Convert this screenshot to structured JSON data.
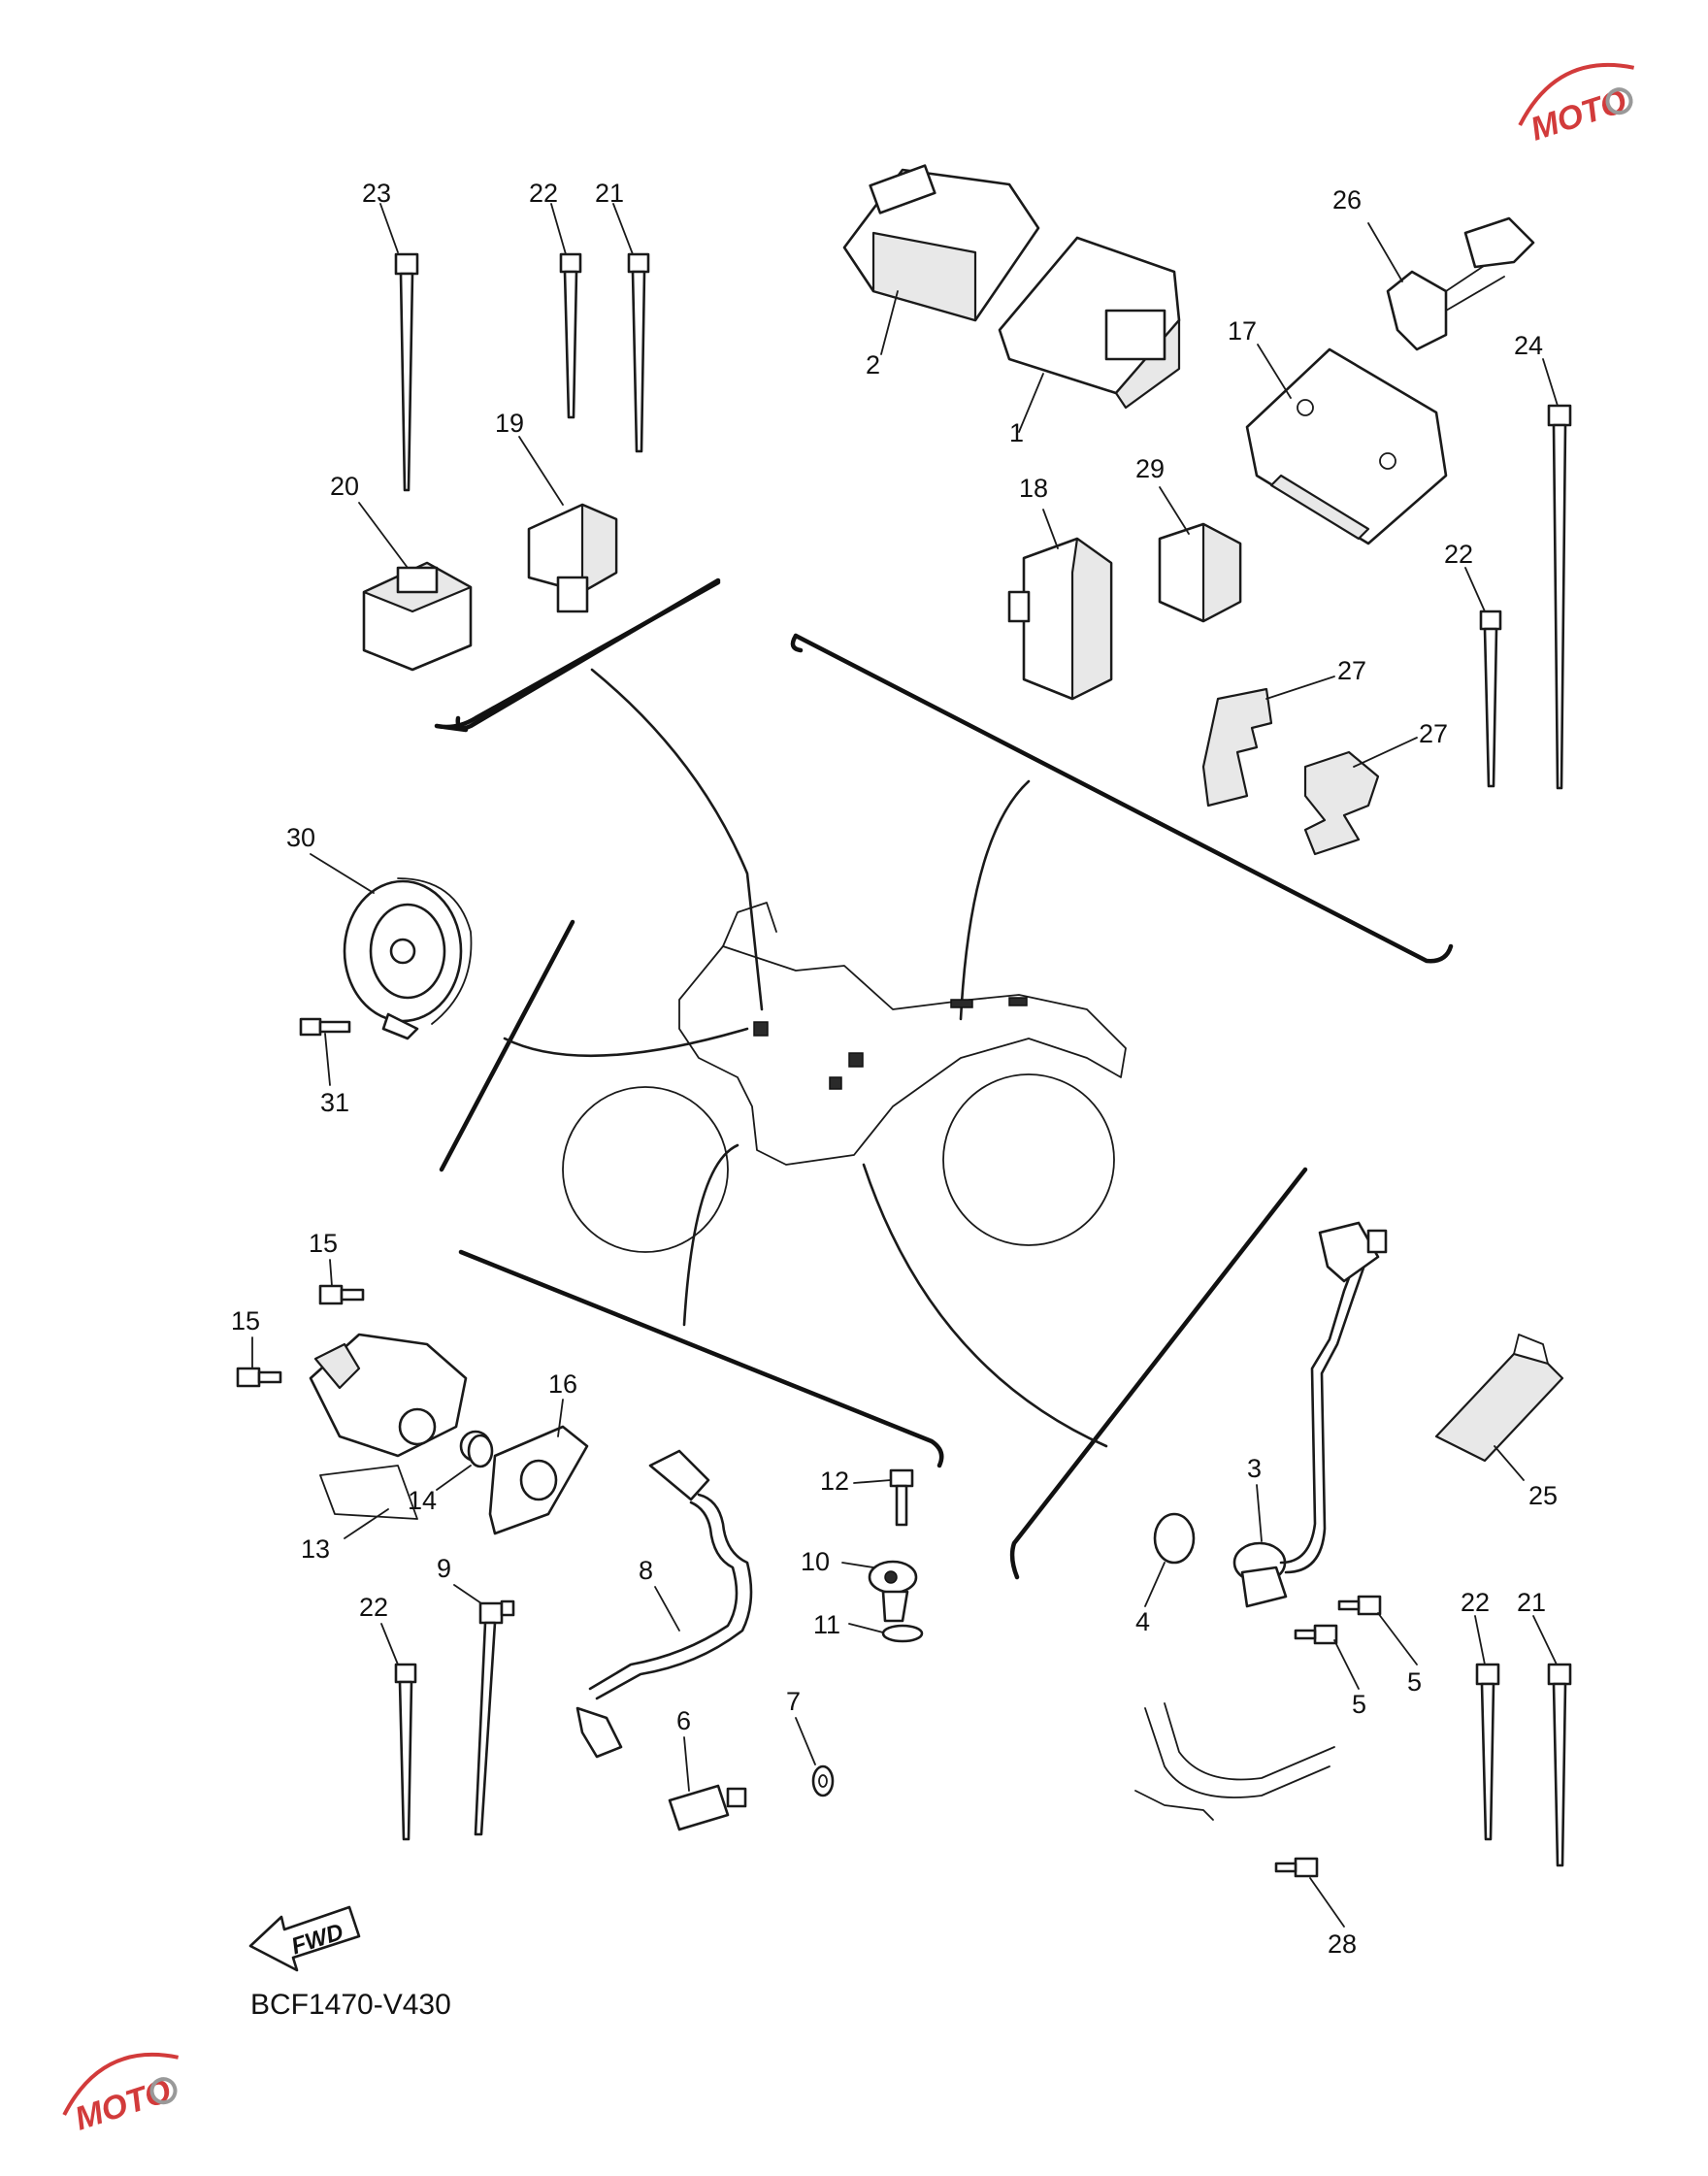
{
  "diagram": {
    "code": "BCF1470-V430",
    "fwd_label": "FWD",
    "watermark": "MOTO"
  },
  "callouts": [
    {
      "id": "c23a",
      "label": "23"
    },
    {
      "id": "c22a",
      "label": "22"
    },
    {
      "id": "c21a",
      "label": "21"
    },
    {
      "id": "c19",
      "label": "19"
    },
    {
      "id": "c20",
      "label": "20"
    },
    {
      "id": "c2",
      "label": "2"
    },
    {
      "id": "c1",
      "label": "1"
    },
    {
      "id": "c26",
      "label": "26"
    },
    {
      "id": "c17",
      "label": "17"
    },
    {
      "id": "c24",
      "label": "24"
    },
    {
      "id": "c18",
      "label": "18"
    },
    {
      "id": "c29",
      "label": "29"
    },
    {
      "id": "c22b",
      "label": "22"
    },
    {
      "id": "c27a",
      "label": "27"
    },
    {
      "id": "c27b",
      "label": "27"
    },
    {
      "id": "c30",
      "label": "30"
    },
    {
      "id": "c31",
      "label": "31"
    },
    {
      "id": "c15a",
      "label": "15"
    },
    {
      "id": "c15b",
      "label": "15"
    },
    {
      "id": "c16",
      "label": "16"
    },
    {
      "id": "c14",
      "label": "14"
    },
    {
      "id": "c13",
      "label": "13"
    },
    {
      "id": "c22c",
      "label": "22"
    },
    {
      "id": "c9",
      "label": "9"
    },
    {
      "id": "c8",
      "label": "8"
    },
    {
      "id": "c12",
      "label": "12"
    },
    {
      "id": "c10",
      "label": "10"
    },
    {
      "id": "c11",
      "label": "11"
    },
    {
      "id": "c7",
      "label": "7"
    },
    {
      "id": "c6",
      "label": "6"
    },
    {
      "id": "c3",
      "label": "3"
    },
    {
      "id": "c4",
      "label": "4"
    },
    {
      "id": "c5a",
      "label": "5"
    },
    {
      "id": "c5b",
      "label": "5"
    },
    {
      "id": "c25",
      "label": "25"
    },
    {
      "id": "c22d",
      "label": "22"
    },
    {
      "id": "c21b",
      "label": "21"
    },
    {
      "id": "c28",
      "label": "28"
    }
  ]
}
